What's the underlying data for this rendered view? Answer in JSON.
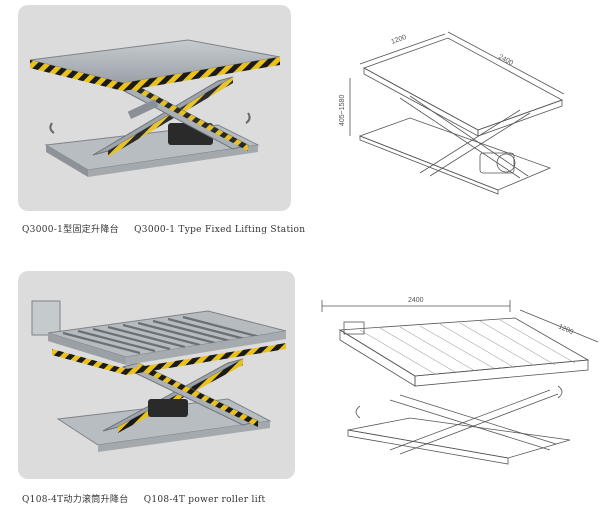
{
  "products": [
    {
      "caption_cn": "Q3000-1型固定升降台",
      "caption_en": "Q3000-1 Type Fixed Lifting Station",
      "dims": {
        "length": "2400",
        "width": "1200",
        "height": "405~1580"
      }
    },
    {
      "caption_cn": "Q108-4T动力滚筒升降台",
      "caption_en": "Q108-4T power roller lift",
      "dims": {
        "length": "2400",
        "width": "1200"
      }
    }
  ],
  "colors": {
    "card_bg": "#dcdcdc",
    "steel": "#a9afb4",
    "hazard_yellow": "#e8c21a",
    "hazard_black": "#1a1a1a"
  }
}
